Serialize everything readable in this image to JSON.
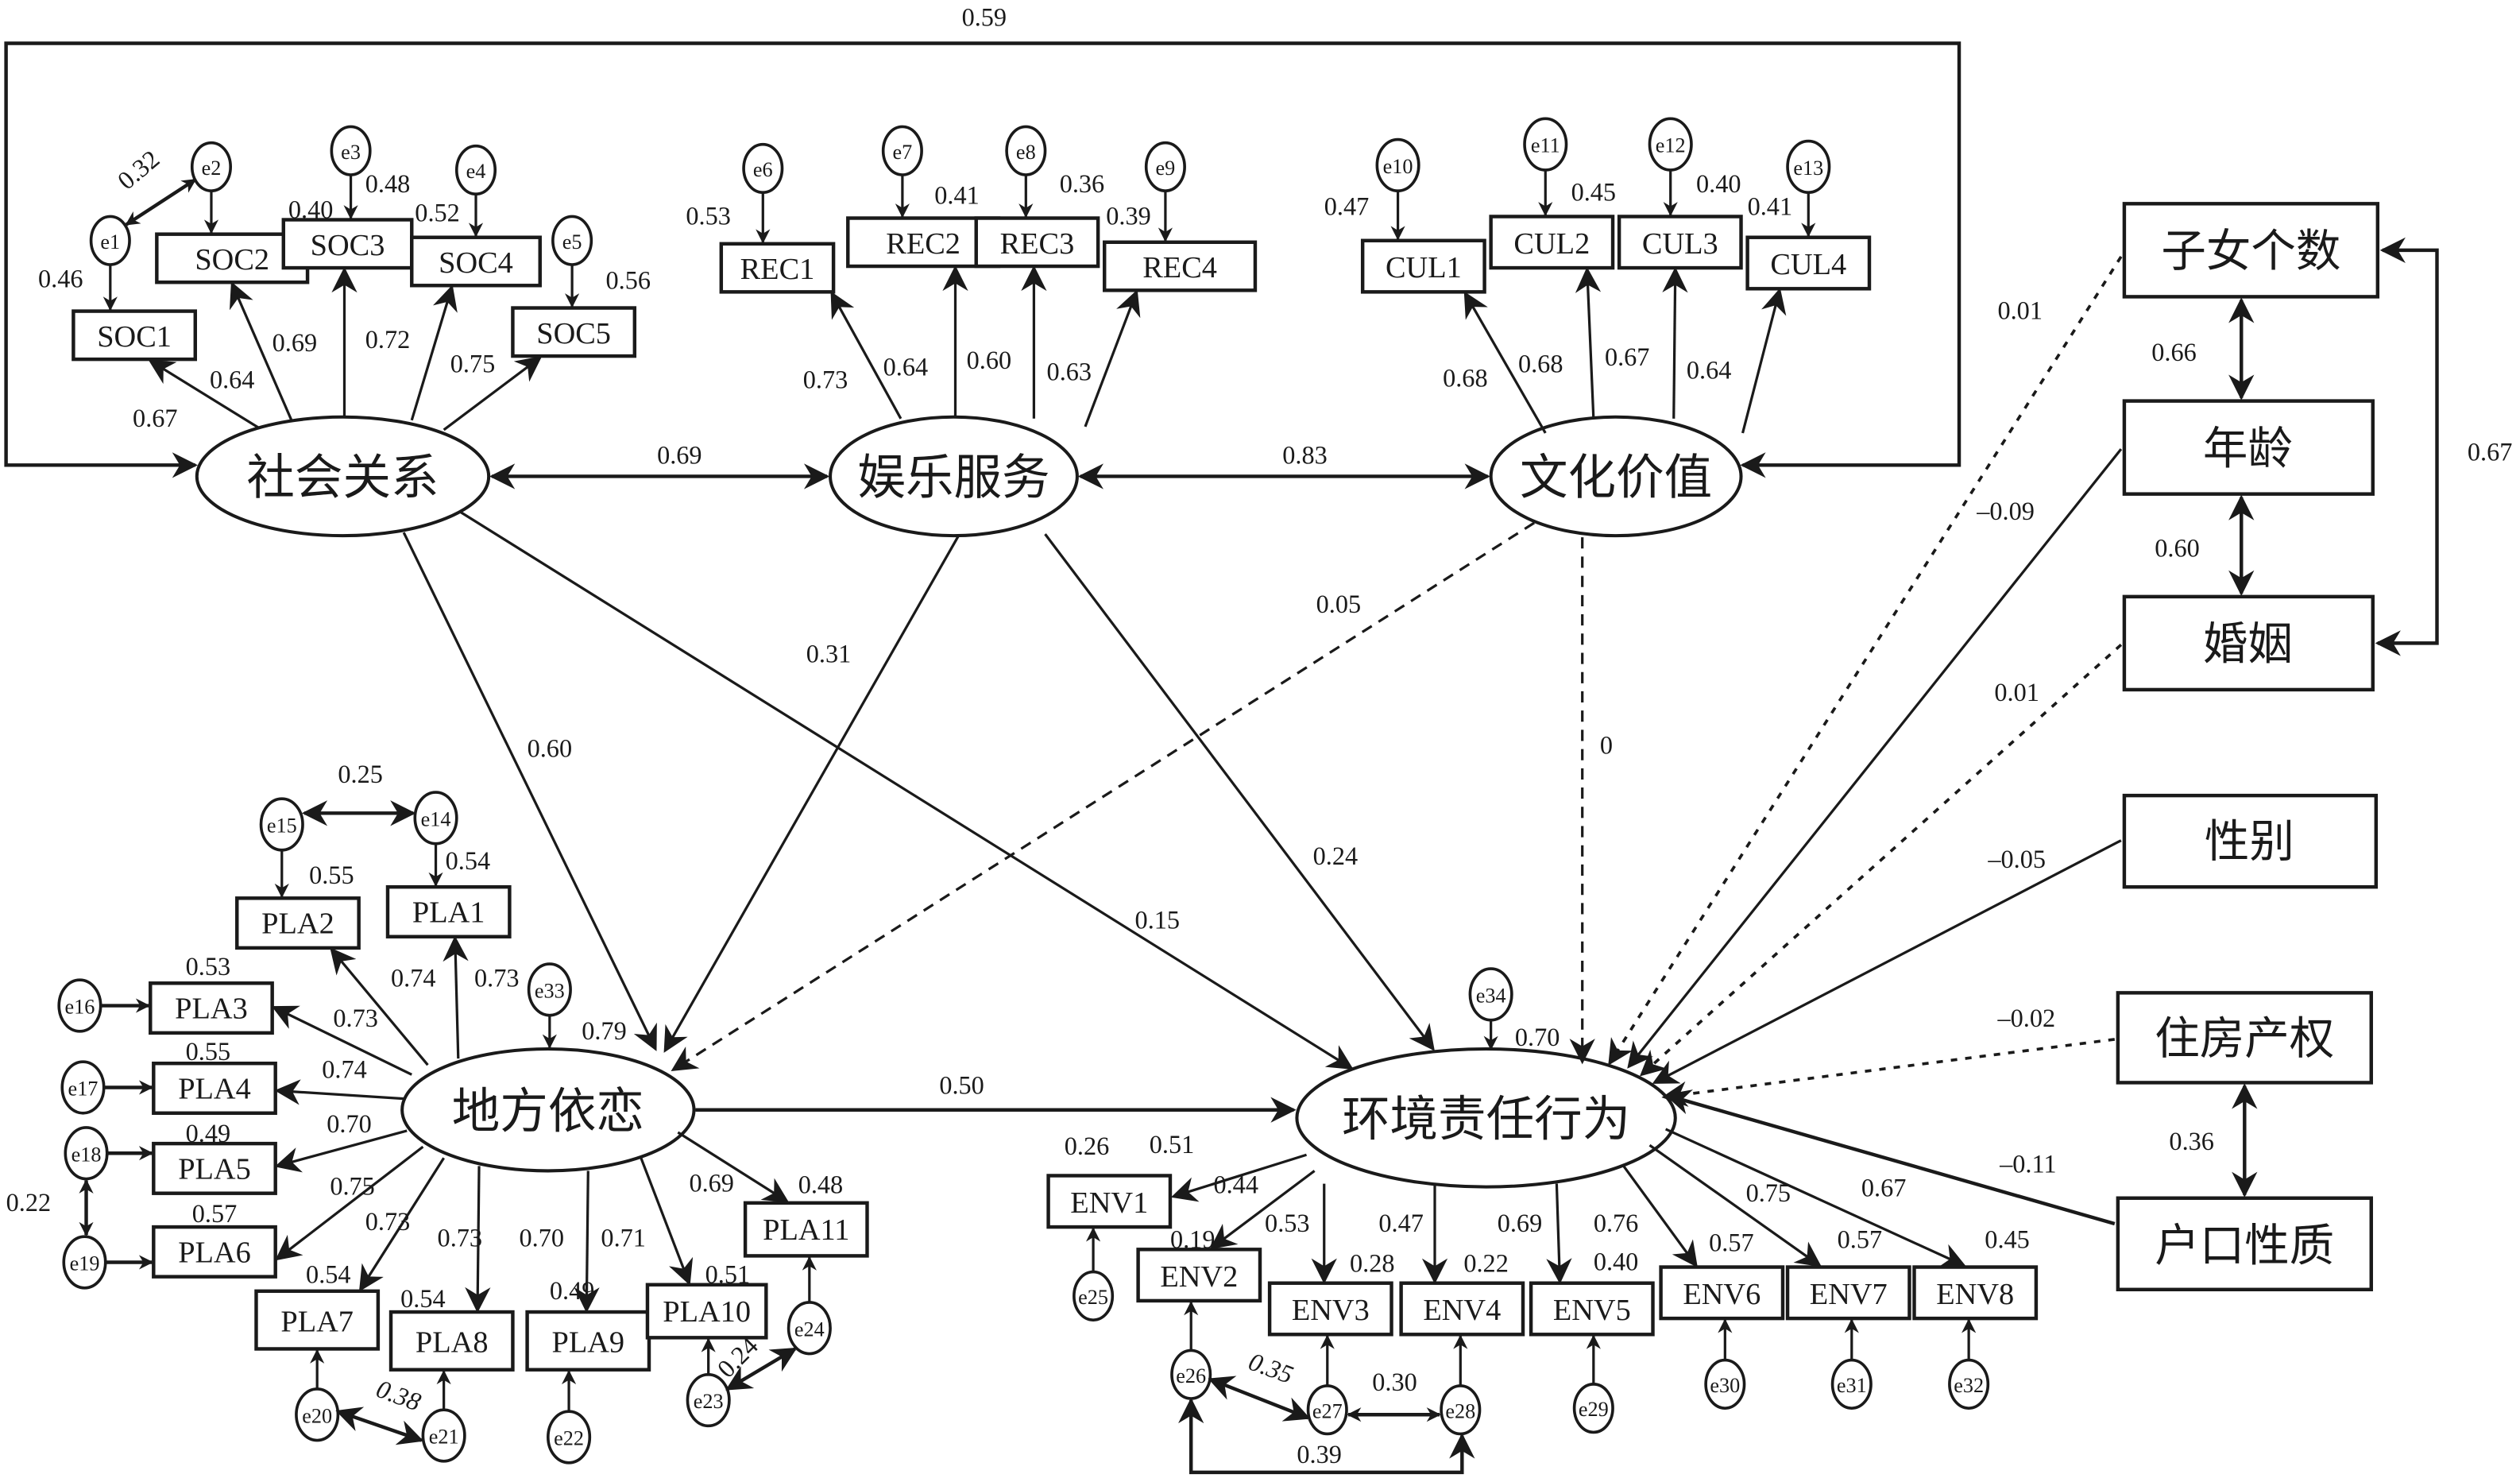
{
  "latent": {
    "soc": "社会关系",
    "rec": "娱乐服务",
    "cul": "文化价值",
    "pla": "地方依恋",
    "env": "环境责任行为"
  },
  "controls": {
    "children": "子女个数",
    "age": "年龄",
    "marriage": "婚姻",
    "gender": "性别",
    "housing": "住房产权",
    "hukou": "户口性质"
  },
  "soc_indicators": [
    {
      "name": "SOC1",
      "error": "e1",
      "loading": "0.67",
      "r2": "0.46"
    },
    {
      "name": "SOC2",
      "error": "e2",
      "loading": "0.64",
      "r2": "0.40"
    },
    {
      "name": "SOC3",
      "error": "e3",
      "loading": "0.69",
      "r2": "0.48"
    },
    {
      "name": "SOC4",
      "error": "e4",
      "loading": "0.72",
      "r2": "0.52"
    },
    {
      "name": "SOC5",
      "error": "e5",
      "loading": "0.75",
      "r2": "0.56"
    }
  ],
  "soc_err_cov": "0.32",
  "rec_indicators": [
    {
      "name": "REC1",
      "error": "e6",
      "loading": "0.73",
      "r2": "0.53"
    },
    {
      "name": "REC2",
      "error": "e7",
      "loading": "0.64",
      "r2": "0.41"
    },
    {
      "name": "REC3",
      "error": "e8",
      "loading": "0.60",
      "r2": "0.36"
    },
    {
      "name": "REC4",
      "error": "e9",
      "loading": "0.63",
      "r2": "0.39"
    }
  ],
  "cul_indicators": [
    {
      "name": "CUL1",
      "error": "e10",
      "loading": "0.68",
      "r2": "0.47"
    },
    {
      "name": "CUL2",
      "error": "e11",
      "loading": "0.68",
      "r2": "0.45"
    },
    {
      "name": "CUL3",
      "error": "e12",
      "loading": "0.67",
      "r2": "0.40"
    },
    {
      "name": "CUL4",
      "error": "e13",
      "loading": "0.64",
      "r2": "0.41"
    }
  ],
  "pla_indicators": [
    {
      "name": "PLA1",
      "error": "e14",
      "loading": "0.73",
      "r2": "0.54"
    },
    {
      "name": "PLA2",
      "error": "e15",
      "loading": "0.74",
      "r2": "0.55"
    },
    {
      "name": "PLA3",
      "error": "e16",
      "loading": "0.73",
      "r2": "0.53"
    },
    {
      "name": "PLA4",
      "error": "e17",
      "loading": "0.74",
      "r2": "0.55"
    },
    {
      "name": "PLA5",
      "error": "e18",
      "loading": "0.70",
      "r2": "0.49"
    },
    {
      "name": "PLA6",
      "error": "e19",
      "loading": "0.75",
      "r2": "0.57"
    },
    {
      "name": "PLA7",
      "error": "e20",
      "loading": "0.73",
      "r2": "0.54"
    },
    {
      "name": "PLA8",
      "error": "e21",
      "loading": "0.73",
      "r2": "0.54"
    },
    {
      "name": "PLA9",
      "error": "e22",
      "loading": "0.70",
      "r2": "0.49"
    },
    {
      "name": "PLA10",
      "error": "e23",
      "loading": "0.71",
      "r2": "0.51"
    },
    {
      "name": "PLA11",
      "error": "e24",
      "loading": "0.69",
      "r2": "0.48"
    }
  ],
  "pla_err_cov": {
    "e14_e15": "0.25",
    "e18_e19": "0.22",
    "e20_e21": "0.38",
    "e23_e24": "0.24"
  },
  "pla_disturbance": {
    "error": "e33",
    "r2": "0.79"
  },
  "env_indicators": [
    {
      "name": "ENV1",
      "error": "e25",
      "loading": "0.51",
      "r2": "0.26"
    },
    {
      "name": "ENV2",
      "error": "e26",
      "loading": "0.44",
      "r2": "0.19"
    },
    {
      "name": "ENV3",
      "error": "e27",
      "loading": "0.53",
      "r2": "0.28"
    },
    {
      "name": "ENV4",
      "error": "e28",
      "loading": "0.47",
      "r2": "0.22"
    },
    {
      "name": "ENV5",
      "error": "e29",
      "loading": "0.69",
      "r2": "0.40"
    },
    {
      "name": "ENV6",
      "error": "e30",
      "loading": "0.76",
      "r2": "0.57"
    },
    {
      "name": "ENV7",
      "error": "e31",
      "loading": "0.75",
      "r2": "0.57"
    },
    {
      "name": "ENV8",
      "error": "e32",
      "loading": "0.67",
      "r2": "0.45"
    }
  ],
  "env_err_cov": {
    "e26_e27": "0.35",
    "e27_e28": "0.30",
    "e26_e28": "0.39"
  },
  "env_disturbance": {
    "error": "e34",
    "r2": "0.70"
  },
  "paths": {
    "soc_cul_cov": "0.59",
    "soc_rec_cov": "0.69",
    "rec_cul_cov": "0.83",
    "soc_to_pla": "0.60",
    "rec_to_pla": "0.31",
    "cul_to_pla": "0.05",
    "soc_to_env": "0.15",
    "rec_to_env": "0.24",
    "cul_to_env": "0",
    "pla_to_env": "0.50",
    "children_to_env": "0.01",
    "age_to_env": "–0.09",
    "marriage_to_env": "0.01",
    "gender_to_env": "–0.05",
    "housing_to_env": "–0.02",
    "hukou_to_env": "–0.11",
    "children_age_cov": "0.66",
    "age_marriage_cov": "0.60",
    "children_marriage_cov": "0.67",
    "housing_hukou_cov": "0.36"
  }
}
